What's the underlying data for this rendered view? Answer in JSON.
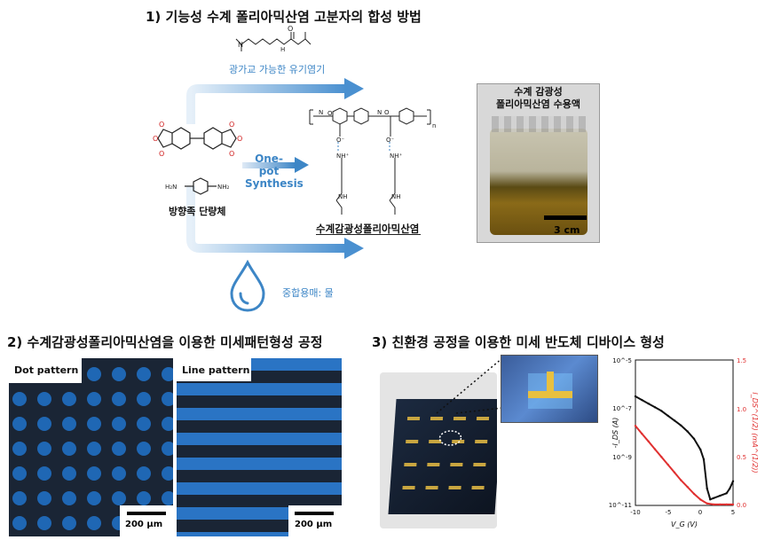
{
  "section1": {
    "title": "1) 기능성 수계 폴리아믹산염 고분자의 합성 방법",
    "photosensitive_group_label": "광가교 가능한 유기염기",
    "one_pot_line1": "One-pot",
    "one_pot_line2": "Synthesis",
    "monomer_label": "방향족 단량체",
    "product_label": "수계감광성폴리아믹산염",
    "solvent_label": "중합용매: 물",
    "vial_caption_line1": "수계 감광성",
    "vial_caption_line2": "폴리아믹산염 수용액",
    "vial_scale": "3 cm"
  },
  "section2": {
    "title": "2) 수계감광성폴리아믹산염을 이용한 미세패턴형성 공정",
    "dot_label": "Dot pattern",
    "line_label": "Line pattern",
    "dot_scale": "200 μm",
    "line_scale": "200 μm"
  },
  "section3": {
    "title": "3) 친환경 공정을 이용한 미세 반도체 디바이스 형성"
  },
  "colors": {
    "accent_blue": "#3d86c6",
    "pattern_blue": "#1a5fa8",
    "pattern_dark": "#1a2535",
    "red_curve": "#e03030"
  },
  "chart_data": {
    "type": "line",
    "xlabel": "V_G (V)",
    "ylabel": "-I_DS (A)",
    "y2label": "I_DS^(1/2) (mA^(1/2))",
    "x_ticks": [
      "-10",
      "-5",
      "0",
      "5"
    ],
    "y_ticks_left": [
      "10^-5",
      "10^-7",
      "10^-9",
      "10^-11"
    ],
    "y_ticks_right": [
      "0.0",
      "0.5",
      "1.0",
      "1.5"
    ],
    "xlim": [
      -10,
      5
    ],
    "ylim_log": [
      -11,
      -5
    ],
    "y2lim": [
      0,
      1.5
    ],
    "series": [
      {
        "axis": "left",
        "color": "#111111",
        "x": [
          -10,
          -9,
          -8,
          -7,
          -6,
          -5,
          -4,
          -3,
          -2,
          -1,
          0,
          0.5,
          1,
          1.5,
          2,
          3,
          4,
          4.5,
          5
        ],
        "log10y": [
          -6.5,
          -6.65,
          -6.8,
          -6.95,
          -7.1,
          -7.3,
          -7.5,
          -7.7,
          -7.95,
          -8.25,
          -8.7,
          -9.1,
          -10.3,
          -10.75,
          -10.7,
          -10.6,
          -10.5,
          -10.3,
          -10.0
        ]
      },
      {
        "axis": "right",
        "color": "#e03030",
        "x": [
          -10,
          -9,
          -8,
          -7,
          -6,
          -5,
          -4,
          -3,
          -2,
          -1,
          0,
          1,
          2,
          3,
          4,
          5
        ],
        "y": [
          0.82,
          0.74,
          0.66,
          0.58,
          0.5,
          0.42,
          0.34,
          0.26,
          0.19,
          0.12,
          0.06,
          0.02,
          0.01,
          0.01,
          0.01,
          0.01
        ]
      }
    ]
  }
}
